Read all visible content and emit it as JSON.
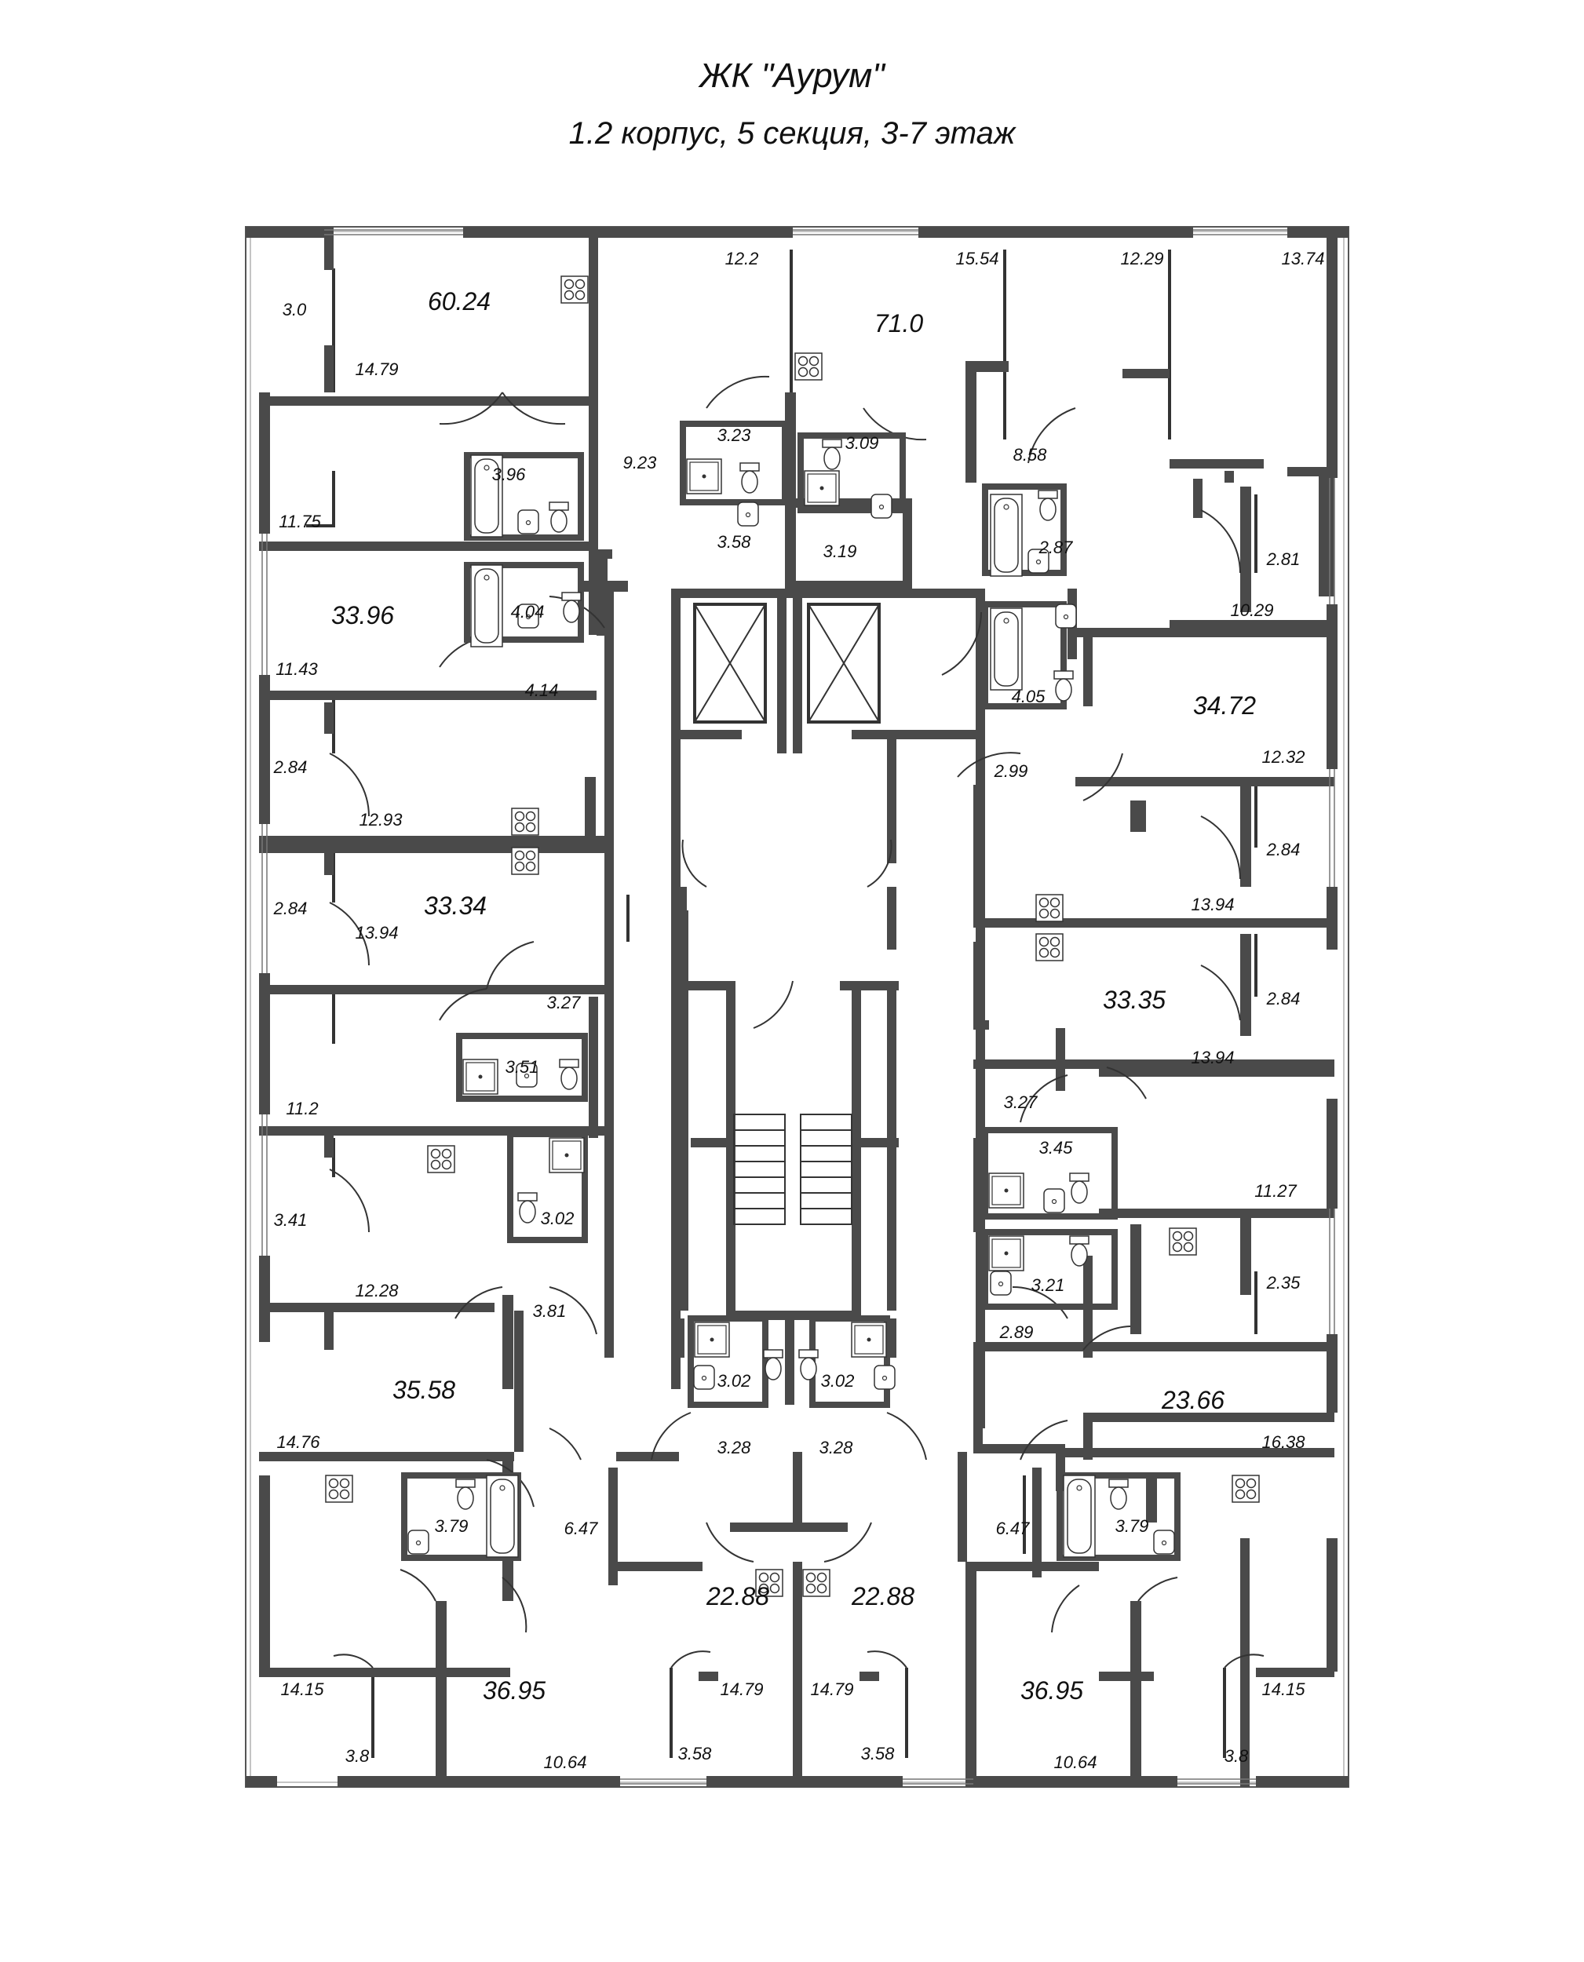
{
  "title": "ЖК \"Аурум\"",
  "subtitle": "1.2 корпус, 5 секция, 3-7 этаж",
  "colors": {
    "wall": "#4a4a4a",
    "line": "#333333",
    "bg": "#ffffff"
  },
  "icons": [
    "stove-icon",
    "bathtub-icon",
    "shower-icon",
    "toilet-icon",
    "sink-icon",
    "elevator-icon",
    "stairs-icon"
  ],
  "rooms": [
    {
      "id": "r-3-0",
      "label": "3.0",
      "size": "sm"
    },
    {
      "id": "r-60-24",
      "label": "60.24",
      "size": "lg"
    },
    {
      "id": "r-14-79-a",
      "label": "14.79",
      "size": "sm"
    },
    {
      "id": "r-12-2",
      "label": "12.2",
      "size": "sm"
    },
    {
      "id": "r-15-54",
      "label": "15.54",
      "size": "sm"
    },
    {
      "id": "r-71-0",
      "label": "71.0",
      "size": "lg"
    },
    {
      "id": "r-12-29",
      "label": "12.29",
      "size": "sm"
    },
    {
      "id": "r-13-74",
      "label": "13.74",
      "size": "sm"
    },
    {
      "id": "r-9-23",
      "label": "9.23",
      "size": "sm"
    },
    {
      "id": "r-3-23",
      "label": "3.23",
      "size": "sm"
    },
    {
      "id": "r-3-96",
      "label": "3.96",
      "size": "sm"
    },
    {
      "id": "r-3-09",
      "label": "3.09",
      "size": "sm"
    },
    {
      "id": "r-8-58",
      "label": "8.58",
      "size": "sm"
    },
    {
      "id": "r-11-75",
      "label": "11.75",
      "size": "sm"
    },
    {
      "id": "r-3-58-a",
      "label": "3.58",
      "size": "sm"
    },
    {
      "id": "r-3-19",
      "label": "3.19",
      "size": "sm"
    },
    {
      "id": "r-2-87",
      "label": "2.87",
      "size": "sm"
    },
    {
      "id": "r-2-81",
      "label": "2.81",
      "size": "sm"
    },
    {
      "id": "r-33-96",
      "label": "33.96",
      "size": "lg"
    },
    {
      "id": "r-4-04",
      "label": "4.04",
      "size": "sm"
    },
    {
      "id": "r-10-29",
      "label": "10.29",
      "size": "sm"
    },
    {
      "id": "r-11-43",
      "label": "11.43",
      "size": "sm"
    },
    {
      "id": "r-4-14",
      "label": "4.14",
      "size": "sm"
    },
    {
      "id": "r-4-05",
      "label": "4.05",
      "size": "sm"
    },
    {
      "id": "r-34-72",
      "label": "34.72",
      "size": "lg"
    },
    {
      "id": "r-2-84-a",
      "label": "2.84",
      "size": "sm"
    },
    {
      "id": "r-12-32",
      "label": "12.32",
      "size": "sm"
    },
    {
      "id": "r-2-99",
      "label": "2.99",
      "size": "sm"
    },
    {
      "id": "r-12-93",
      "label": "12.93",
      "size": "sm"
    },
    {
      "id": "r-2-84-b",
      "label": "2.84",
      "size": "sm"
    },
    {
      "id": "r-33-34",
      "label": "33.34",
      "size": "lg"
    },
    {
      "id": "r-2-84-c",
      "label": "2.84",
      "size": "sm"
    },
    {
      "id": "r-13-94-a",
      "label": "13.94",
      "size": "sm"
    },
    {
      "id": "r-13-94-b",
      "label": "13.94",
      "size": "sm"
    },
    {
      "id": "r-3-27-a",
      "label": "3.27",
      "size": "sm"
    },
    {
      "id": "r-33-35",
      "label": "33.35",
      "size": "lg"
    },
    {
      "id": "r-2-84-d",
      "label": "2.84",
      "size": "sm"
    },
    {
      "id": "r-3-51",
      "label": "3.51",
      "size": "sm"
    },
    {
      "id": "r-13-94-c",
      "label": "13.94",
      "size": "sm"
    },
    {
      "id": "r-11-2",
      "label": "11.2",
      "size": "sm"
    },
    {
      "id": "r-3-27-b",
      "label": "3.27",
      "size": "sm"
    },
    {
      "id": "r-3-45",
      "label": "3.45",
      "size": "sm"
    },
    {
      "id": "r-11-27",
      "label": "11.27",
      "size": "sm"
    },
    {
      "id": "r-3-41",
      "label": "3.41",
      "size": "sm"
    },
    {
      "id": "r-3-02-a",
      "label": "3.02",
      "size": "sm"
    },
    {
      "id": "r-3-21",
      "label": "3.21",
      "size": "sm"
    },
    {
      "id": "r-2-35",
      "label": "2.35",
      "size": "sm"
    },
    {
      "id": "r-12-28",
      "label": "12.28",
      "size": "sm"
    },
    {
      "id": "r-3-81",
      "label": "3.81",
      "size": "sm"
    },
    {
      "id": "r-2-89",
      "label": "2.89",
      "size": "sm"
    },
    {
      "id": "r-3-02-b",
      "label": "3.02",
      "size": "sm"
    },
    {
      "id": "r-3-02-c",
      "label": "3.02",
      "size": "sm"
    },
    {
      "id": "r-35-58",
      "label": "35.58",
      "size": "lg"
    },
    {
      "id": "r-23-66",
      "label": "23.66",
      "size": "lg"
    },
    {
      "id": "r-14-76",
      "label": "14.76",
      "size": "sm"
    },
    {
      "id": "r-3-28-a",
      "label": "3.28",
      "size": "sm"
    },
    {
      "id": "r-3-28-b",
      "label": "3.28",
      "size": "sm"
    },
    {
      "id": "r-16-38",
      "label": "16.38",
      "size": "sm"
    },
    {
      "id": "r-3-79-a",
      "label": "3.79",
      "size": "sm"
    },
    {
      "id": "r-6-47-a",
      "label": "6.47",
      "size": "sm"
    },
    {
      "id": "r-6-47-b",
      "label": "6.47",
      "size": "sm"
    },
    {
      "id": "r-3-79-b",
      "label": "3.79",
      "size": "sm"
    },
    {
      "id": "r-22-88-a",
      "label": "22.88",
      "size": "lg"
    },
    {
      "id": "r-22-88-b",
      "label": "22.88",
      "size": "lg"
    },
    {
      "id": "r-14-15-a",
      "label": "14.15",
      "size": "sm"
    },
    {
      "id": "r-36-95-a",
      "label": "36.95",
      "size": "lg"
    },
    {
      "id": "r-14-79-b",
      "label": "14.79",
      "size": "sm"
    },
    {
      "id": "r-14-79-c",
      "label": "14.79",
      "size": "sm"
    },
    {
      "id": "r-36-95-b",
      "label": "36.95",
      "size": "lg"
    },
    {
      "id": "r-14-15-b",
      "label": "14.15",
      "size": "sm"
    },
    {
      "id": "r-3-8-a",
      "label": "3.8",
      "size": "sm"
    },
    {
      "id": "r-10-64-a",
      "label": "10.64",
      "size": "sm"
    },
    {
      "id": "r-3-58-b",
      "label": "3.58",
      "size": "sm"
    },
    {
      "id": "r-3-58-c",
      "label": "3.58",
      "size": "sm"
    },
    {
      "id": "r-10-64-b",
      "label": "10.64",
      "size": "sm"
    },
    {
      "id": "r-3-8-b",
      "label": "3.8",
      "size": "sm"
    }
  ]
}
